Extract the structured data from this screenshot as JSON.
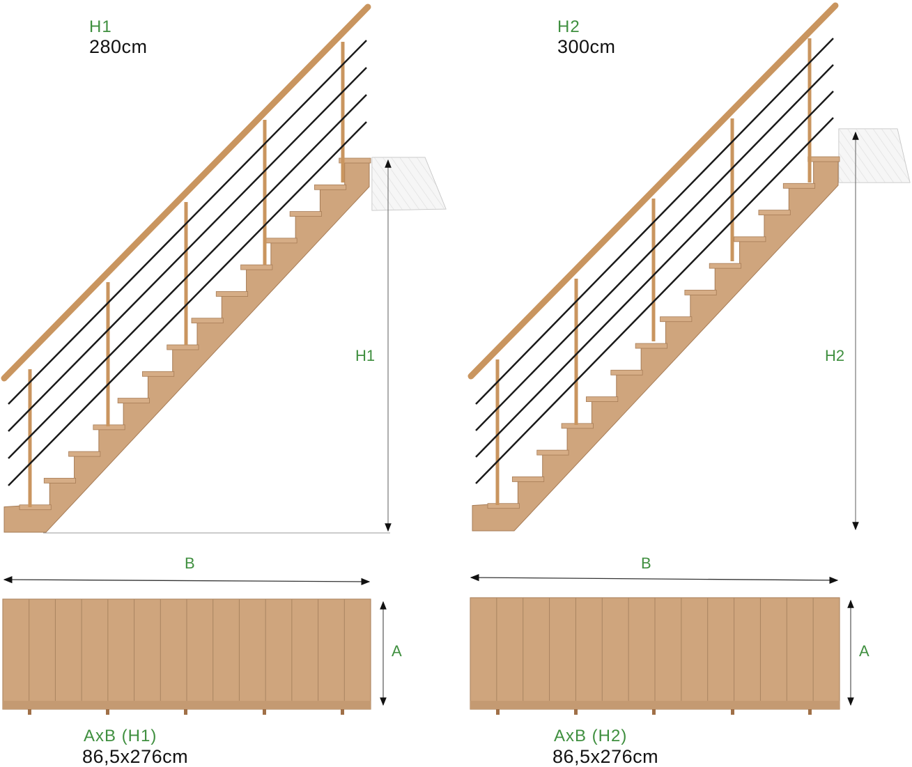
{
  "colors": {
    "wood": "#cfa57d",
    "wood_edge": "#a67b55",
    "handrail": "#c9955f",
    "cable": "#1a1a1a",
    "landing": "#e9e9e9",
    "label_green": "#3f8f3f"
  },
  "stairs": [
    {
      "height_label": "H1",
      "height_value": "280cm",
      "dim_height_label": "H1",
      "dim_width_label": "B",
      "dim_depth_label": "A",
      "size_label": "AxB (H1)",
      "size_value": "86,5x276cm"
    },
    {
      "height_label": "H2",
      "height_value": "300cm",
      "dim_height_label": "H2",
      "dim_width_label": "B",
      "dim_depth_label": "A",
      "size_label": "AxB (H2)",
      "size_value": "86,5x276cm"
    }
  ]
}
